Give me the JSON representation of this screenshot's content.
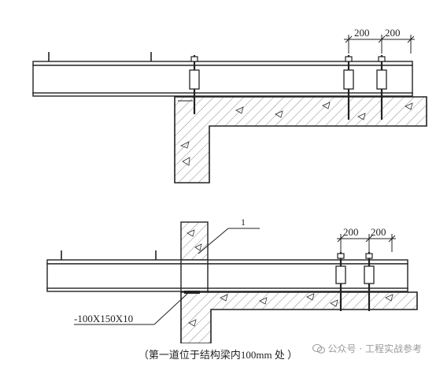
{
  "top_detail": {
    "dimensions": [
      "200",
      "200"
    ]
  },
  "bottom_detail": {
    "dimensions": [
      "200",
      "200"
    ],
    "leader_label": "1",
    "plate_label": "-100X150X10"
  },
  "caption": "（第一道位于结构梁内100mm 处 ）",
  "watermark": {
    "icon": "wechat-official-account-icon",
    "text": "公众号 · 工程实战参考"
  }
}
